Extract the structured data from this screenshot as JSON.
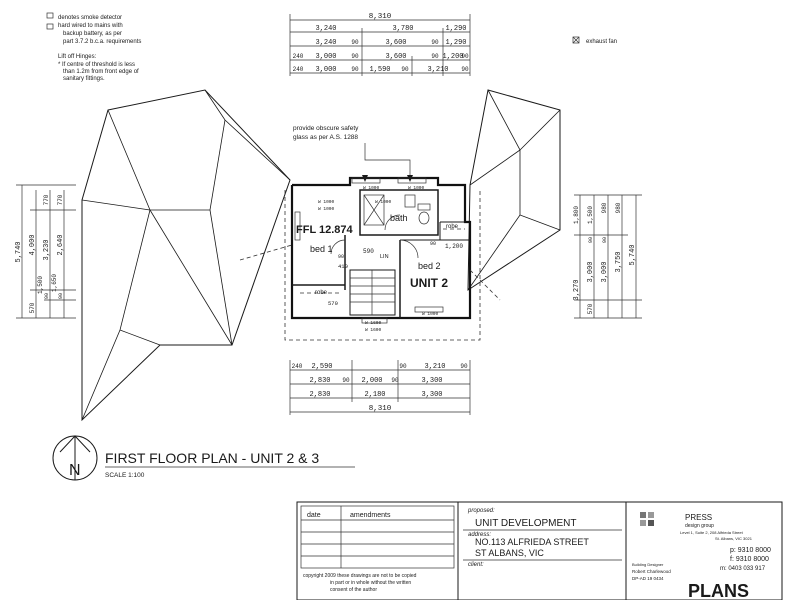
{
  "legend": {
    "smoke_1": "denotes smoke detector",
    "smoke_2": "hard wired to mains with",
    "smoke_3": "backup battery, as per",
    "smoke_4": "part 3.7.2 b.c.a. requirements",
    "lift_title": "Lift off Hinges:",
    "lift_1": "* If centre of threshold is less",
    "lift_2": "than 1.2m from front edge of",
    "lift_3": "sanitary fittings.",
    "exhaust": "exhaust fan"
  },
  "top_dims": {
    "overall": "8,310",
    "row1": [
      "3,240",
      "3,780",
      "1,290"
    ],
    "row2": [
      "3,240",
      "90",
      "3,600",
      "90",
      "1,290"
    ],
    "row3": [
      "240",
      "3,000",
      "90",
      "3,600",
      "90",
      "1,200",
      "90"
    ],
    "row4": [
      "240",
      "3,000",
      "90",
      "1,590",
      "90",
      "3,210",
      "90"
    ]
  },
  "bottom_dims": {
    "row1": [
      "240",
      "2,590",
      "90",
      "3,210",
      "90"
    ],
    "row2": [
      "2,830",
      "90",
      "2,000",
      "90",
      "3,300"
    ],
    "row3": [
      "2,830",
      "2,180",
      "3,300"
    ],
    "overall": "8,310"
  },
  "left_dims": [
    "5,740",
    "4,000",
    "3,230",
    "2,640",
    "770",
    "770",
    "1,650",
    "90",
    "1,500",
    "90",
    "570"
  ],
  "right_dims": [
    "5,740",
    "3,750",
    "3,270",
    "3,000",
    "3,000",
    "1,800",
    "1,500",
    "980",
    "980",
    "90",
    "90",
    "570"
  ],
  "note": {
    "line1": "provide obscure safety",
    "line2": "glass as per A.S. 1288"
  },
  "rooms": {
    "ffl": "FFL 12.874",
    "bed1": "bed 1",
    "bed2": "bed 2",
    "bath": "bath",
    "robe_left": "robe",
    "robe_right": "robe",
    "unit": "UNIT 2",
    "dim_1200": "1,200",
    "dim_590": "590",
    "dim_90a": "90",
    "dim_90b": "90",
    "dim_570": "570",
    "dim_410": "410",
    "lin": "LIN",
    "w_labels": [
      "W 1000",
      "W 1000",
      "W 1000",
      "W 1000",
      "W 1000",
      "W 1600",
      "W 1000",
      "W 1600"
    ]
  },
  "plan_title": {
    "title": "FIRST FLOOR PLAN - UNIT 2 & 3",
    "scale": "SCALE 1:100"
  },
  "title_block": {
    "col_date": "date",
    "col_amendments": "amendments",
    "copyright_1": "copyright 2009  these drawings are not to be copied",
    "copyright_2": "in part or in whole without the written",
    "copyright_3": "consent of the author",
    "proposed_label": "proposed:",
    "project": "UNIT DEVELOPMENT",
    "address_label": "address:",
    "address_1": "NO.113 ALFRIEDA STREET",
    "address_2": "ST ALBANS, VIC",
    "client_label": "client:",
    "firm": "PRESS",
    "firm_sub": "design group",
    "firm_addr_1": "Level 1, Suite 2, 208 Alfrieda Street",
    "firm_addr_2": "St. Albans, VIC 3021",
    "phone": "p: 9310 8000",
    "fax": "f: 9310 8000",
    "mobile": "m: 0403 033 917",
    "draftsman_1": "Building Designer",
    "draftsman_2": "Robert Charlewood",
    "draftsman_3": "DP-AD 19 0434",
    "sheet": "PLANS"
  },
  "colors": {
    "ink": "#1a1a1a",
    "paper": "#ffffff"
  }
}
